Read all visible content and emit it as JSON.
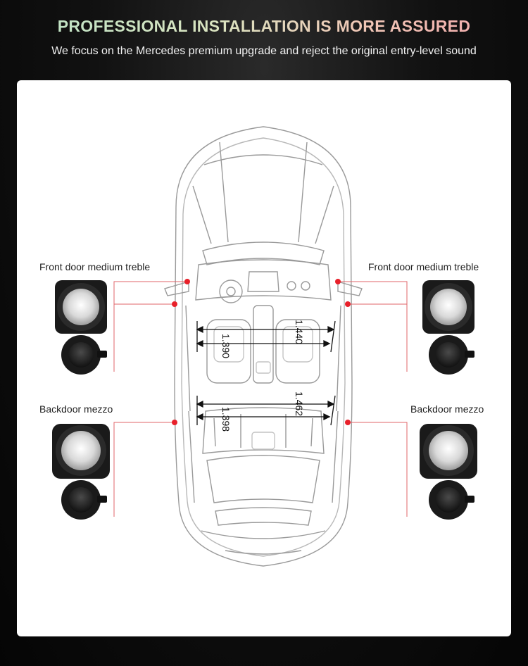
{
  "header": {
    "title": "PROFESSIONAL INSTALLATION IS MORE ASSURED",
    "subtitle": "We focus on the Mercedes premium upgrade and reject the original entry-level sound"
  },
  "labels": {
    "front_left": "Front door medium treble",
    "front_right": "Front door medium treble",
    "rear_left": "Backdoor mezzo",
    "rear_right": "Backdoor mezzo"
  },
  "measurements": {
    "front_outer": "1.440",
    "front_inner": "1.390",
    "rear_outer": "1.462",
    "rear_inner": "1.398"
  },
  "colors": {
    "callout_line": "#e0646a",
    "callout_dot": "#e8202a",
    "car_outline": "#9a9a9a"
  }
}
